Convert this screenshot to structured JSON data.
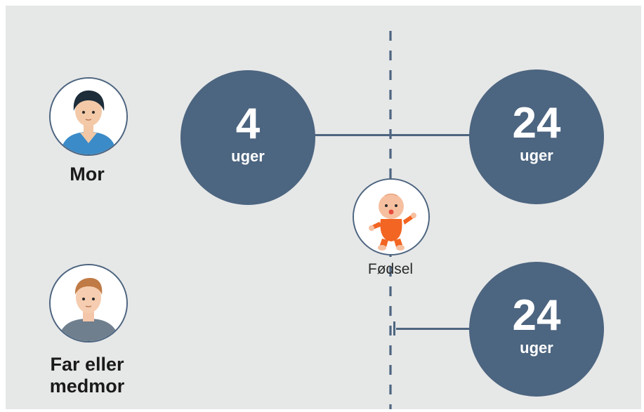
{
  "people": {
    "mother": {
      "label": "Mor"
    },
    "partner": {
      "label": "Far eller\nmedmor"
    }
  },
  "birth": {
    "label": "Fødsel"
  },
  "bubbles": {
    "mother_before_birth": {
      "weeks": "4",
      "unit": "uger"
    },
    "mother_after_birth": {
      "weeks": "24",
      "unit": "uger"
    },
    "partner_after_birth": {
      "weeks": "24",
      "unit": "uger"
    }
  },
  "colors": {
    "background": "#e6e7e7",
    "bubble": "#4c6580",
    "bubble_text": "#ffffff",
    "baby_outfit": "#f26522"
  },
  "icons": {
    "mother": "mother-avatar-icon",
    "partner": "father-avatar-icon",
    "baby": "baby-icon"
  }
}
